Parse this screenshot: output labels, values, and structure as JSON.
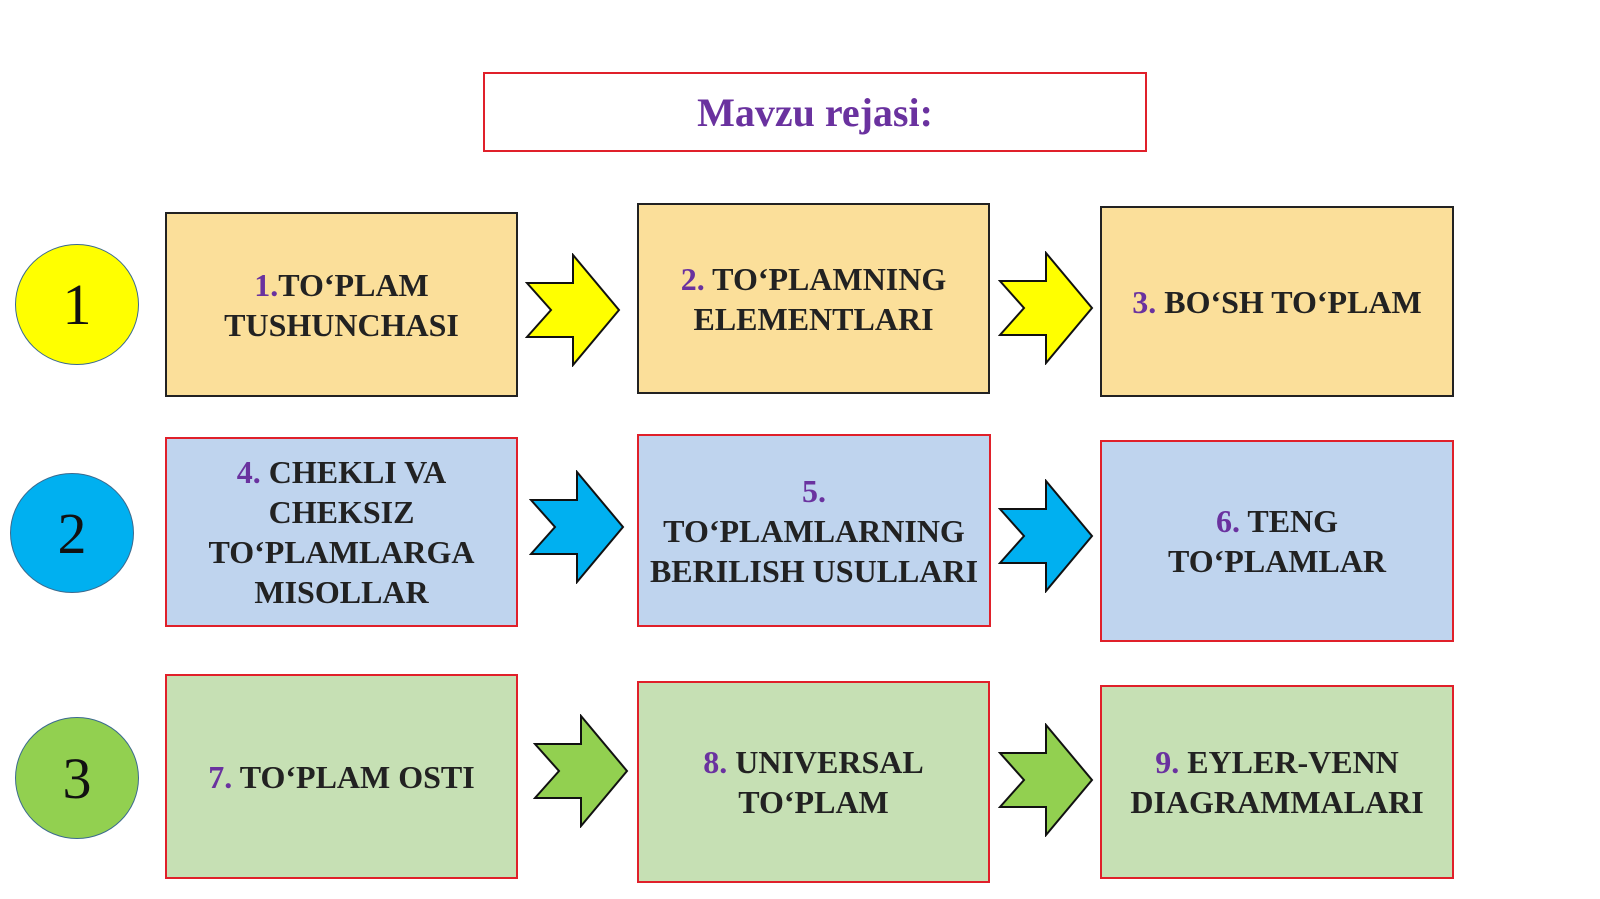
{
  "title": "Mavzu rejasi:",
  "colors": {
    "title_text": "#6a329f",
    "number_text": "#6a329f",
    "border_red": "#e0202a",
    "row1_fill": "#fbdf9a",
    "row2_fill": "#bfd4ee",
    "row3_fill": "#c6e0b4",
    "circle1": "#ffff00",
    "circle2": "#00b0f0",
    "circle3": "#92d050",
    "arrow1": "#ffff00",
    "arrow2": "#00b0f0",
    "arrow3": "#92d050"
  },
  "rows": [
    {
      "label": "1",
      "items": [
        {
          "num": "1.",
          "text": "TO‘PLAM TUSHUNCHASI"
        },
        {
          "num": "2.",
          "text": " TO‘PLAMNING ELEMENTLARI"
        },
        {
          "num": "3.",
          "text": " BO‘SH TO‘PLAM"
        }
      ]
    },
    {
      "label": "2",
      "items": [
        {
          "num": "4.",
          "text": " CHEKLI VA CHEKSIZ TO‘PLAMLARGA MISOLLAR"
        },
        {
          "num": "5.",
          "text": " TO‘PLAMLARNING BERILISH USULLARI"
        },
        {
          "num": "6.",
          "text": " TENG TO‘PLAMLAR"
        }
      ]
    },
    {
      "label": "3",
      "items": [
        {
          "num": "7.",
          "text": " TO‘PLAM OSTI"
        },
        {
          "num": "8.",
          "text": " UNIVERSAL TO‘PLAM"
        },
        {
          "num": "9.",
          "text": " EYLER-VENN DIAGRAMMALARI"
        }
      ]
    }
  ],
  "icons": {
    "arrow": "right-arrow-icon"
  }
}
